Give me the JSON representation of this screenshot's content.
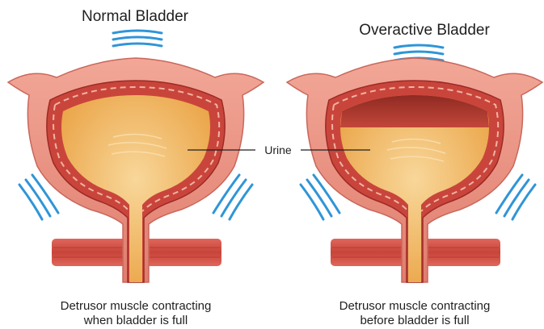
{
  "panels": [
    {
      "title": "Normal Bladder",
      "caption_line1": "Detrusor muscle contracting",
      "caption_line2": "when bladder is full"
    },
    {
      "title": "Overactive Bladder",
      "caption_line1": "Detrusor muscle contracting",
      "caption_line2": "before bladder is full"
    }
  ],
  "label": "Urine",
  "colors": {
    "wave": "#2f95d8",
    "outer_wall": "#e7897a",
    "outer_wall_light": "#f2a797",
    "muscle": "#c9453b",
    "muscle_dark": "#9d2a26",
    "urine": "#f0b45c",
    "urine_light": "#f8d79a",
    "urine_dark_band": "#b03a2c",
    "sphincter": "#d6544a"
  }
}
